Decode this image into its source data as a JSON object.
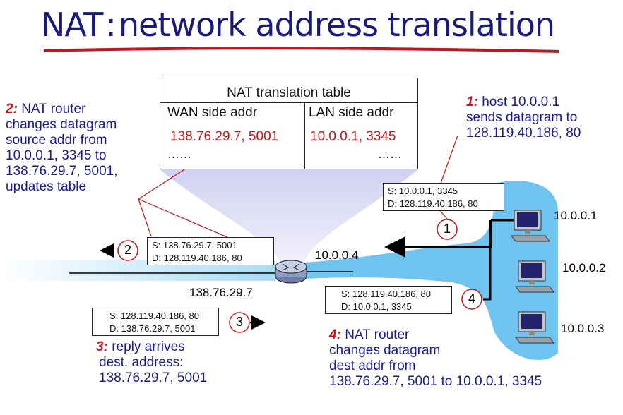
{
  "title": {
    "prefix": "NAT",
    "sep": ":",
    "rest": "network address translation"
  },
  "table": {
    "caption": "NAT translation table",
    "wan_header": "WAN side addr",
    "lan_header": "LAN side addr",
    "wan_value": "138.76.29.7, 5001",
    "lan_value": "10.0.0.1, 3345",
    "wan_dots": "……",
    "lan_dots": "……"
  },
  "notes": {
    "n1": {
      "num": "1:",
      "lines": [
        "host 10.0.0.1",
        "sends datagram to",
        "128.119.40.186, 80"
      ]
    },
    "n2": {
      "num": "2:",
      "lines": [
        "NAT router",
        "changes datagram",
        "source addr from",
        "10.0.0.1, 3345 to",
        "138.76.29.7, 5001,",
        "updates table"
      ]
    },
    "n3": {
      "num": "3:",
      "lines": [
        "reply arrives",
        "dest. address:",
        "138.76.29.7, 5001"
      ]
    },
    "n4": {
      "num": "4:",
      "lines": [
        "NAT router",
        "changes datagram",
        "dest addr from",
        "138.76.29.7, 5001 to 10.0.0.1, 3345"
      ]
    }
  },
  "datagrams": {
    "d1": {
      "src": "S: 10.0.0.1, 3345",
      "dst": "D: 128.119.40.186, 80"
    },
    "d2": {
      "src": "S: 138.76.29.7, 5001",
      "dst": "D: 128.119.40.186, 80"
    },
    "d3": {
      "src": "S: 128.119.40.186, 80",
      "dst": "D: 138.76.29.7, 5001"
    },
    "d4": {
      "src": "S: 128.119.40.186, 80",
      "dst": "D: 10.0.0.1, 3345"
    }
  },
  "steps": [
    "1",
    "2",
    "3",
    "4"
  ],
  "addresses": {
    "router_lan": "10.0.0.4",
    "router_wan": "138.76.29.7",
    "host1": "10.0.0.1",
    "host2": "10.0.0.2",
    "host3": "10.0.0.3"
  },
  "colors": {
    "title": "#1a1a7a",
    "text": "#1a1a8c",
    "accent": "#c0171c",
    "network": "#6fc3ef"
  }
}
